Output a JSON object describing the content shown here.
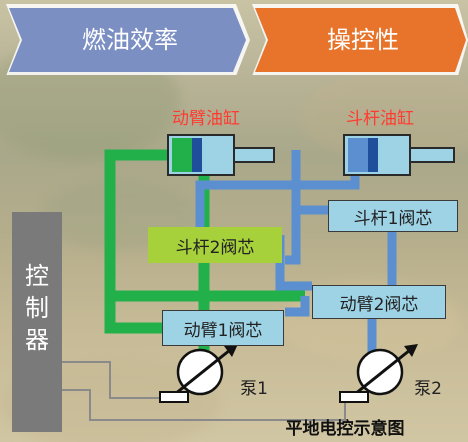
{
  "tabs": [
    {
      "label": "燃油效率",
      "color": "#7b8fc3"
    },
    {
      "label": "操控性",
      "color": "#e7742a"
    }
  ],
  "cylinders": {
    "boom": {
      "label": "动臂油缸",
      "color": "#ff3b30"
    },
    "stick": {
      "label": "斗杆油缸",
      "color": "#ff3b30"
    }
  },
  "valves": {
    "stick1": "斗杆1阀芯",
    "stick2": "斗杆2阀芯",
    "boom2": "动臂2阀芯",
    "boom1": "动臂1阀芯"
  },
  "controller": {
    "label": "控\n制\n器"
  },
  "pumps": {
    "pump1": "泵1",
    "pump2": "泵2"
  },
  "caption": "平地电控示意图",
  "colors": {
    "green_line": "#22b04b",
    "blue_line": "#5b8fd0",
    "valve_blue": "#9ed3e6",
    "valve_green": "#a6d13a",
    "controller": "#7a7a7a"
  }
}
